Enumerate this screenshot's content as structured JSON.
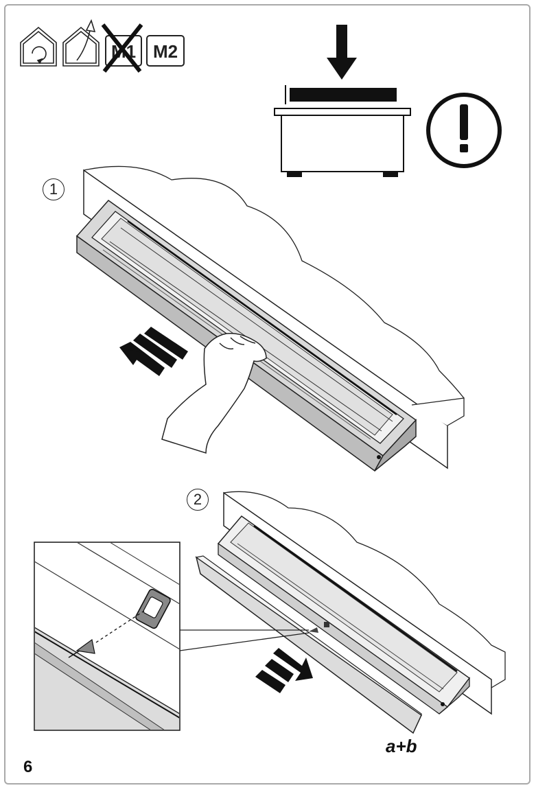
{
  "page": {
    "number": "6"
  },
  "badges": {
    "m1": "M1",
    "m2": "M2"
  },
  "steps": [
    {
      "number": "1"
    },
    {
      "number": "2"
    }
  ],
  "parts_label": "a+b",
  "icons": [
    "recirculation-house-icon",
    "extraction-house-icon",
    "m1-crossed-icon",
    "m2-icon",
    "down-arrow-icon",
    "warning-exclamation-icon",
    "hand-icon",
    "pull-arrow-icon",
    "push-arrow-icon"
  ]
}
